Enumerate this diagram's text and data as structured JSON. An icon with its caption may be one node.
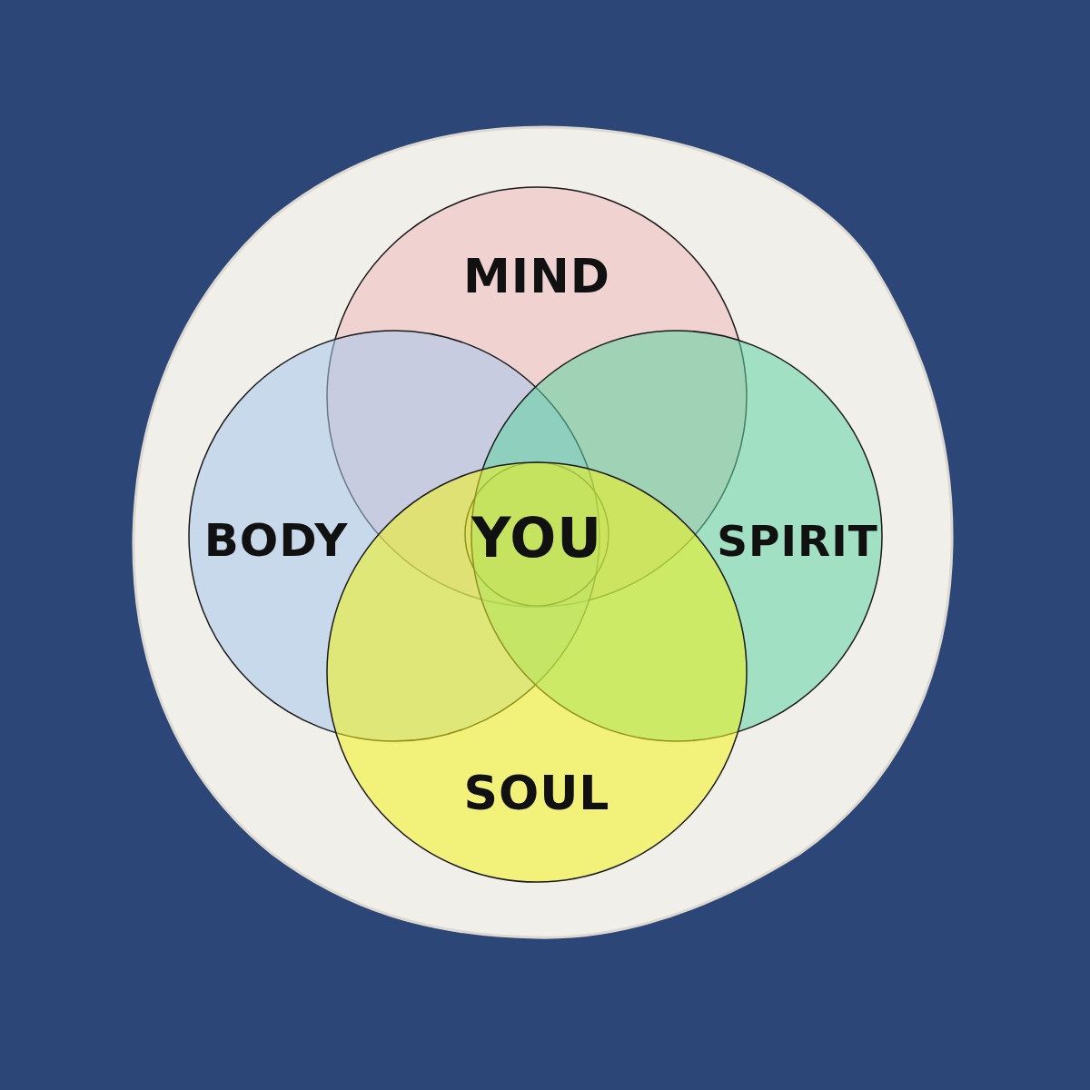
{
  "diagram": {
    "nodes": [
      {
        "text": [
          "MIND"
        ]
      },
      {
        "text": [
          "BODY"
        ]
      },
      {
        "text": [
          "YOU"
        ]
      },
      {
        "text": [
          "SPIRIT"
        ]
      },
      {
        "text": [
          "SOUL"
        ]
      }
    ]
  }
}
